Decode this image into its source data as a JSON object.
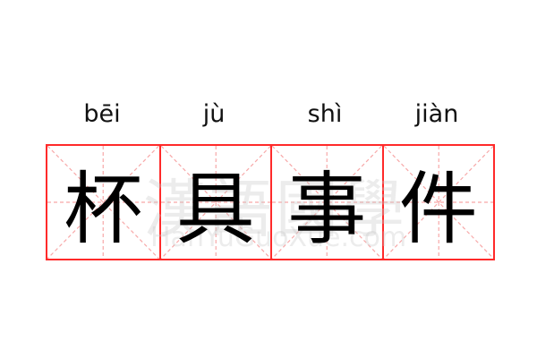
{
  "words": [
    {
      "pinyin": "bēi",
      "char": "杯"
    },
    {
      "pinyin": "jù",
      "char": "具"
    },
    {
      "pinyin": "shì",
      "char": "事"
    },
    {
      "pinyin": "jiàn",
      "char": "件"
    }
  ],
  "watermark": {
    "chinese": "漢語國學",
    "latin": "HanYuGuoXue.com"
  },
  "colors": {
    "grid_border": "#ff2a2a",
    "guide_lines": "#f7a8a8",
    "text": "#000000"
  }
}
